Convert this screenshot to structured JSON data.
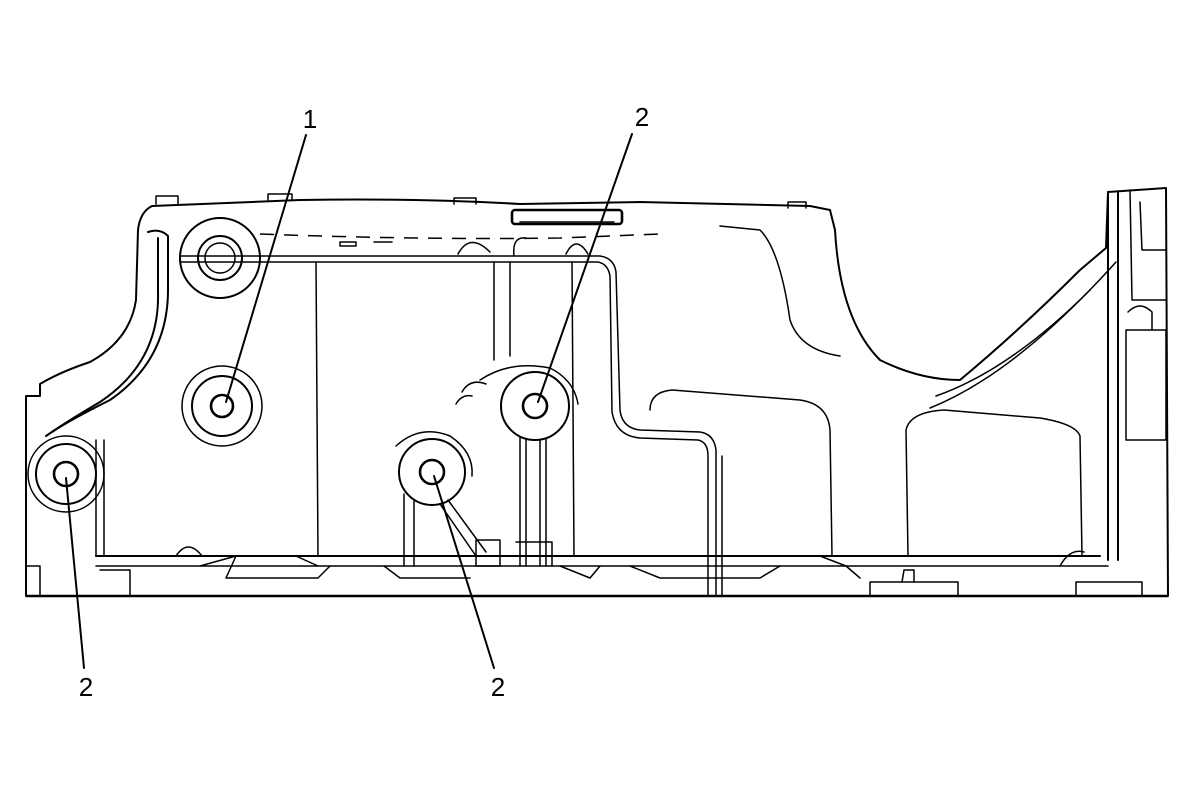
{
  "callouts": [
    {
      "id": "c1",
      "label": "1"
    },
    {
      "id": "c2a",
      "label": "2"
    },
    {
      "id": "c2b",
      "label": "2"
    },
    {
      "id": "c2c",
      "label": "2"
    }
  ]
}
